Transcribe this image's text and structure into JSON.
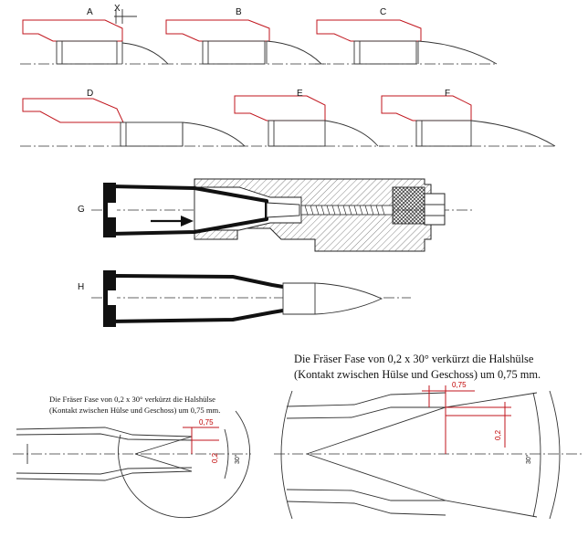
{
  "labels": {
    "a": "A",
    "b": "B",
    "c": "C",
    "d": "D",
    "e": "E",
    "f": "F",
    "g": "G",
    "h": "H",
    "x": "X"
  },
  "captions": {
    "small_line1": "Die Fräser Fase von 0,2 x 30° verkürzt die Halshülse",
    "small_line2": "(Kontakt zwischen Hülse und Geschoss) um 0,75 mm.",
    "big_line1": "Die Fräser Fase von 0,2 x 30° verkürzt die Halshülse",
    "big_line2": "(Kontakt zwischen Hülse und Geschoss) um 0,75 mm."
  },
  "dimensions": {
    "length": "0,75",
    "chamfer": "0,2",
    "angle": "30°"
  },
  "colors": {
    "outline": "#333333",
    "highlight": "#c0141c",
    "background": "#ffffff"
  }
}
